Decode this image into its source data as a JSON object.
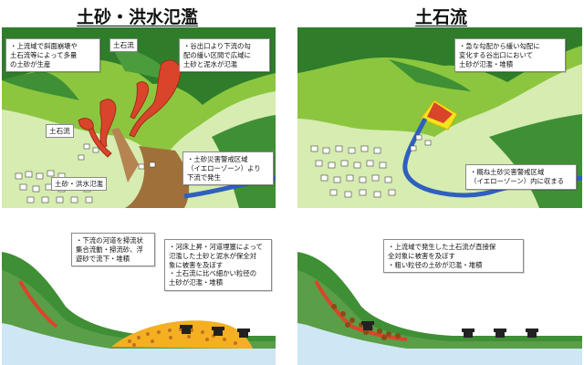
{
  "left_title": "土砂・洪水氾濫",
  "right_title": "土石流",
  "top_left": {
    "callout_source": "・上流域で斜面崩壊や\n土石流等によって多量\nの土砂が生産",
    "callout_spread": "・谷出口より下流の勾\n配の緩い区間で広域に\n土砂と泥水が氾濫",
    "callout_zone": "・土砂災害警戒区域\n（イエローゾーン）より\n下流で発生",
    "label_debris_top": "土石流",
    "label_debris_mid": "土石流",
    "label_flood": "土砂・洪水氾濫"
  },
  "top_right": {
    "callout_deposit": "・急な勾配から緩い勾配に\n変化する谷出口において\n土砂が氾濫・堆積",
    "callout_zone": "・概ね土砂災害警戒区域\n（イエローゾーン）内に収まる"
  },
  "bottom_left": {
    "callout_transport": "・下流の河道を掃流状\n集合流動・掃流砂、浮\n遊砂で流下・堆積",
    "callout_damage": "・河床上昇・河道埋塞によって\n氾濫した土砂と泥水が保全対\n象に被害を及ぼす\n・土石流に比べ細かい粒径の\n土砂が氾濫・堆積"
  },
  "bottom_right": {
    "callout_damage": "・上流域で発生した土石流が直接保\n全対象に被害を及ぼす\n・粗い粒径の土砂が氾濫・堆積"
  },
  "colors": {
    "mountain_dark": "#2f7d2a",
    "mountain_light": "#8cc63f",
    "debris_red": "#d9452b",
    "mud": "#a0703a",
    "yellow_zone": "#f4e41c",
    "river": "#2f5fbf",
    "water": "#cfe6f5"
  }
}
